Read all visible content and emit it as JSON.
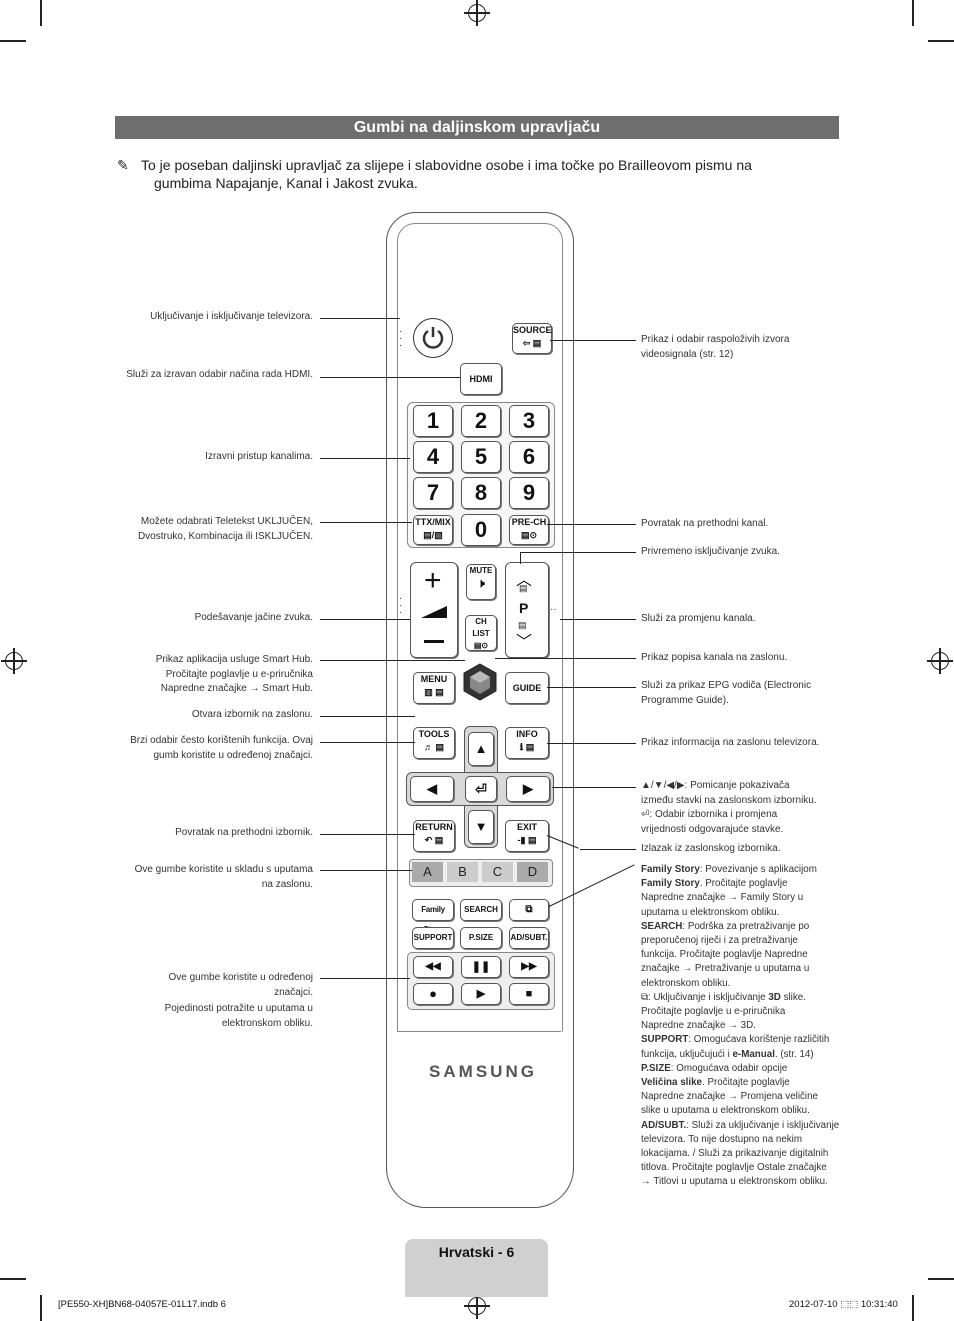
{
  "header": {
    "title": "Gumbi na daljinskom upravljaču",
    "note_line1": "To je poseban daljinski upravljač za slijepe i slabovidne osobe i ima točke po Brailleovom pismu na",
    "note_line2": "gumbima Napajanje, Kanal i Jakost zvuka."
  },
  "left_labels": {
    "power": "Uključivanje i isključivanje televizora.",
    "hdmi": "Služi za izravan odabir načina rada HDMI.",
    "numbers": "Izravni pristup kanalima.",
    "ttx_1": "Možete odabrati Teletekst UKLJUČEN,",
    "ttx_2": "Dvostruko, Kombinacija ili ISKLJUČEN.",
    "volume": "Podešavanje jačine zvuka.",
    "smarthub_1": "Prikaz aplikacija usluge Smart Hub.",
    "smarthub_2": "Pročitajte poglavlje u e-priručnika",
    "smarthub_3": "Napredne značajke → Smart Hub.",
    "menu": "Otvara izbornik na zaslonu.",
    "tools_1": "Brzi odabir često korištenih funkcija. Ovaj",
    "tools_2": "gumb koristite u određenoj značajci.",
    "return": "Povratak na prethodni izbornik.",
    "abcd_1": "Ove gumbe koristite u skladu s uputama",
    "abcd_2": "na zaslonu.",
    "media_1": "Ove gumbe koristite u određenoj",
    "media_2": "značajci.",
    "media_3": "Pojedinosti potražite u uputama u",
    "media_4": "elektronskom obliku."
  },
  "right_labels": {
    "source_1": "Prikaz i odabir raspoloživih izvora",
    "source_2": "videosignala (str. 12)",
    "prech": "Povratak na prethodni kanal.",
    "mute": "Privremeno isključivanje zvuka.",
    "channel": "Služi za promjenu kanala.",
    "chlist": "Prikaz popisa kanala na zaslonu.",
    "guide_1": "Služi za prikaz EPG vodiča (Electronic",
    "guide_2": "Programme Guide).",
    "info": "Prikaz informacija na zaslonu televizora.",
    "arrows_1": "▲/▼/◀/▶: Pomicanje pokazivača",
    "arrows_2": "između stavki na zaslonskom izborniku.",
    "enter_1": ": Odabir izbornika i promjena",
    "enter_2": "vrijednosti odgovarajuće stavke.",
    "exit": "Izlazak iz zaslonskog izbornika.",
    "fs_1a": "Family Story",
    "fs_1b": ": Povezivanje s aplikacijom",
    "fs_2a": "Family Story",
    "fs_2b": ". Pročitajte poglavlje",
    "fs_3": "Napredne značajke → Family Story u",
    "fs_4": "uputama u elektronskom obliku.",
    "search_1a": "SEARCH",
    "search_1b": ": Podrška za pretraživanje po",
    "search_2": "preporučenoj riječi i za pretraživanje",
    "search_3": "funkcija. Pročitajte poglavlje Napredne",
    "search_4": "značajke → Pretraživanje u uputama u",
    "search_5": "elektronskom obliku.",
    "d3_1a": ": Uključivanje i isključivanje ",
    "d3_1b": "3D",
    "d3_1c": " slike.",
    "d3_2": "Pročitajte poglavlje u e-priručnika",
    "d3_3": "Napredne značajke → 3D.",
    "support_1a": "SUPPORT",
    "support_1b": ": Omogućava korištenje različitih",
    "support_2a": "funkcija, uključujući i ",
    "support_2b": "e-Manual",
    "support_2c": ". (str. 14)",
    "psize_1a": "P.SIZE",
    "psize_1b": ": Omogućava odabir opcije",
    "psize_2a": "Veličina slike",
    "psize_2b": ". Pročitajte poglavlje",
    "psize_3": "Napredne značajke → Promjena veličine",
    "psize_4": "slike u uputama u elektronskom obliku.",
    "ad_1a": "AD/SUBT.",
    "ad_1b": ": Služi za uključivanje i isključivanje",
    "ad_2": "televizora. To nije dostupno na nekim",
    "ad_3": "lokacijama. / Služi za prikazivanje digitalnih",
    "ad_4": "titlova. Pročitajte poglavlje Ostale značajke",
    "ad_5": "→ Titlovi u uputama u elektronskom obliku."
  },
  "remote": {
    "source": "SOURCE",
    "hdmi": "HDMI",
    "digits": [
      "1",
      "2",
      "3",
      "4",
      "5",
      "6",
      "7",
      "8",
      "9"
    ],
    "zero": "0",
    "ttx": "TTX/MIX",
    "prech": "PRE-CH",
    "mute": "MUTE",
    "p": "P",
    "chlist": "CH LIST",
    "menu": "MENU",
    "guide": "GUIDE",
    "tools": "TOOLS",
    "info": "INFO",
    "return": "RETURN",
    "exit": "EXIT",
    "color_keys": [
      "A",
      "B",
      "C",
      "D"
    ],
    "family_story": "Family Story",
    "search": "SEARCH",
    "support": "SUPPORT",
    "psize": "P.SIZE",
    "adsubt": "AD/SUBT.",
    "brand": "SAMSUNG"
  },
  "footer": {
    "page_label": "Hrvatski - 6",
    "file": "[PE550-XH]BN68-04057E-01L17.indb   6",
    "date": "2012-07-10   ⬚⬚ 10:31:40"
  }
}
